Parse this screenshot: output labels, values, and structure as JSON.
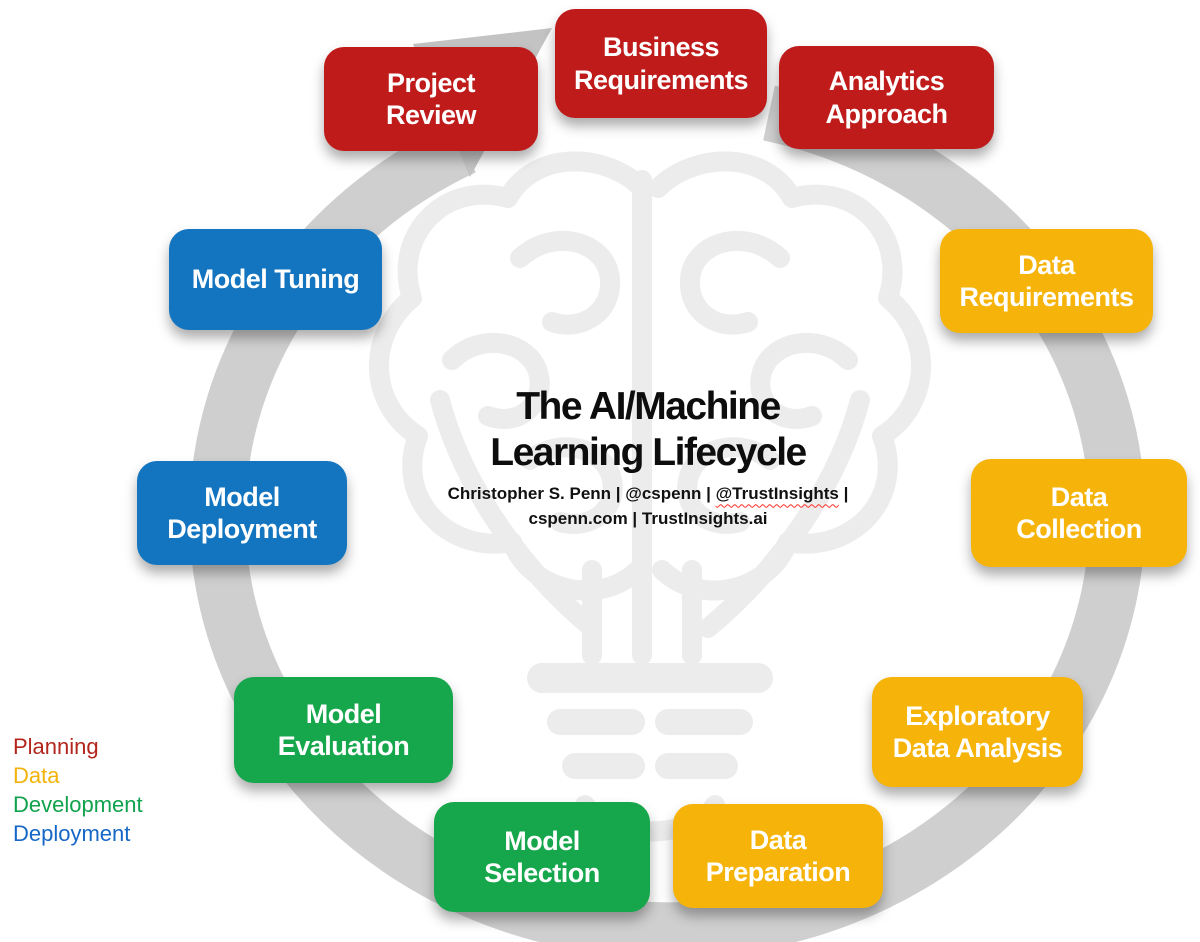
{
  "title": {
    "line1": "The AI/Machine",
    "line2": "Learning Lifecycle"
  },
  "attribution": {
    "prefix": "Christopher S. Penn | @cspenn | ",
    "highlight": "@TrustInsights",
    "suffix": " |",
    "line2": "cspenn.com | TrustInsights.ai"
  },
  "colors": {
    "planning": "#bf1b1b",
    "data": "#f6b40a",
    "development": "#16a74c",
    "deployment": "#1375c0",
    "ring": "#cfcfcf",
    "arrowhead": "#c3c3c3",
    "watermark": "#ececec",
    "title_text": "#0d0d0d",
    "squiggle": "#ff2f24"
  },
  "stages": [
    {
      "id": "business-requirements",
      "label": "Business\nRequirements",
      "phase": "planning"
    },
    {
      "id": "analytics-approach",
      "label": "Analytics\nApproach",
      "phase": "planning"
    },
    {
      "id": "data-requirements",
      "label": "Data\nRequirements",
      "phase": "data"
    },
    {
      "id": "data-collection",
      "label": "Data\nCollection",
      "phase": "data"
    },
    {
      "id": "exploratory-data-analysis",
      "label": "Exploratory\nData Analysis",
      "phase": "data"
    },
    {
      "id": "data-preparation",
      "label": "Data\nPreparation",
      "phase": "data"
    },
    {
      "id": "model-selection",
      "label": "Model\nSelection",
      "phase": "development"
    },
    {
      "id": "model-evaluation",
      "label": "Model\nEvaluation",
      "phase": "development"
    },
    {
      "id": "model-deployment",
      "label": "Model\nDeployment",
      "phase": "deployment"
    },
    {
      "id": "model-tuning",
      "label": "Model Tuning",
      "phase": "deployment"
    },
    {
      "id": "project-review",
      "label": "Project\nReview",
      "phase": "planning"
    }
  ],
  "legend": {
    "items": [
      {
        "label": "Planning",
        "phase": "planning",
        "color": "#b3251d"
      },
      {
        "label": "Data",
        "phase": "data",
        "color": "#f2b30a"
      },
      {
        "label": "Development",
        "phase": "development",
        "color": "#10a24d"
      },
      {
        "label": "Deployment",
        "phase": "deployment",
        "color": "#1667c6"
      }
    ]
  },
  "watermark_icon": "brain-lightbulb-icon"
}
